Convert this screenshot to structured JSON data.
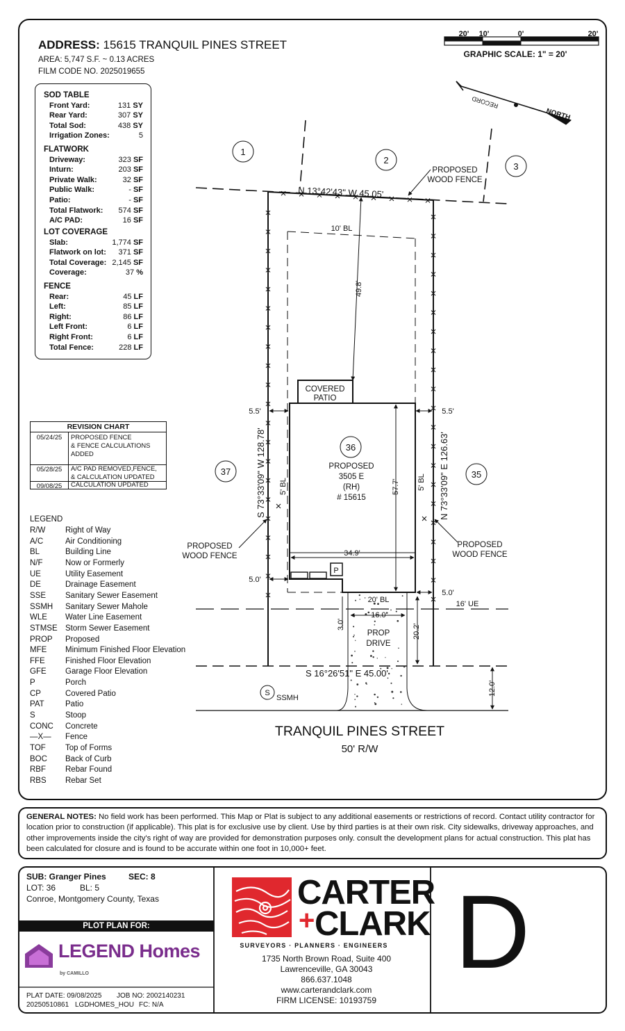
{
  "header": {
    "address_label": "ADDRESS:",
    "address": "15615 TRANQUIL PINES STREET",
    "area": "AREA: 5,747 S.F. ~ 0.13 ACRES",
    "film_code": "FILM CODE NO. 2025019655"
  },
  "scale": {
    "ticks": [
      "20'",
      "10'",
      "0'",
      "20'"
    ],
    "label": "GRAPHIC SCALE: 1\" = 20'"
  },
  "north": {
    "label": "NORTH",
    "record": "RECORD"
  },
  "tables": {
    "sod": {
      "title": "SOD TABLE",
      "rows": [
        {
          "label": "Front Yard:",
          "value": "131",
          "unit": "SY"
        },
        {
          "label": "Rear Yard:",
          "value": "307",
          "unit": "SY"
        },
        {
          "label": "Total Sod:",
          "value": "438",
          "unit": "SY"
        },
        {
          "label": "Irrigation Zones:",
          "value": "5",
          "unit": ""
        }
      ]
    },
    "flatwork": {
      "title": "FLATWORK",
      "rows": [
        {
          "label": "Driveway:",
          "value": "323",
          "unit": "SF"
        },
        {
          "label": "Inturn:",
          "value": "203",
          "unit": "SF"
        },
        {
          "label": "Private Walk:",
          "value": "32",
          "unit": "SF"
        },
        {
          "label": "Public Walk:",
          "value": "-",
          "unit": "SF"
        },
        {
          "label": "Patio:",
          "value": "-",
          "unit": "SF"
        },
        {
          "label": "Total Flatwork:",
          "value": "574",
          "unit": "SF"
        },
        {
          "label": "A/C PAD:",
          "value": "16",
          "unit": "SF"
        }
      ]
    },
    "coverage": {
      "title": "LOT COVERAGE",
      "rows": [
        {
          "label": "Slab:",
          "value": "1,774",
          "unit": "SF"
        },
        {
          "label": "Flatwork on lot:",
          "value": "371",
          "unit": "SF"
        },
        {
          "label": "Total Coverage:",
          "value": "2,145",
          "unit": "SF"
        },
        {
          "label": "Coverage:",
          "value": "37",
          "unit": "%"
        }
      ]
    },
    "fence": {
      "title": "FENCE",
      "rows": [
        {
          "label": "Rear:",
          "value": "45",
          "unit": "LF"
        },
        {
          "label": "Left:",
          "value": "85",
          "unit": "LF"
        },
        {
          "label": "Right:",
          "value": "86",
          "unit": "LF"
        },
        {
          "label": "Left Front:",
          "value": "6",
          "unit": "LF"
        },
        {
          "label": "Right Front:",
          "value": "6",
          "unit": "LF"
        },
        {
          "label": "Total Fence:",
          "value": "228",
          "unit": "LF"
        }
      ]
    }
  },
  "revision": {
    "title": "REVISION CHART",
    "rows": [
      {
        "date": "05/24/25",
        "text": [
          "PROPOSED FENCE",
          "& FENCE CALCULATIONS",
          "ADDED"
        ]
      },
      {
        "date": "05/28/25",
        "text": [
          "A/C PAD REMOVED,FENCE,",
          "& CALCULATION UPDATED"
        ]
      },
      {
        "date": "09/08/25",
        "text": [
          "CALCULATION UPDATED"
        ]
      }
    ]
  },
  "legend": {
    "title": "LEGEND",
    "items": [
      {
        "code": "R/W",
        "text": "Right of Way"
      },
      {
        "code": "A/C",
        "text": "Air Conditioning"
      },
      {
        "code": "BL",
        "text": "Building Line"
      },
      {
        "code": "N/F",
        "text": "Now or Formerly"
      },
      {
        "code": "UE",
        "text": "Utility Easement"
      },
      {
        "code": "DE",
        "text": "Drainage Easement"
      },
      {
        "code": "SSE",
        "text": "Sanitary Sewer Easement"
      },
      {
        "code": "SSMH",
        "text": "Sanitary Sewer Mahole"
      },
      {
        "code": "WLE",
        "text": "Water Line Easement"
      },
      {
        "code": "STMSE",
        "text": "Storm Sewer Easement"
      },
      {
        "code": "PROP",
        "text": "Proposed"
      },
      {
        "code": "MFE",
        "text": "Minimum Finished Floor Elevation"
      },
      {
        "code": "FFE",
        "text": "Finished Floor Elevation"
      },
      {
        "code": "GFE",
        "text": "Garage Floor Elevation"
      },
      {
        "code": "P",
        "text": "Porch"
      },
      {
        "code": "CP",
        "text": "Covered Patio"
      },
      {
        "code": "PAT",
        "text": "Patio"
      },
      {
        "code": "S",
        "text": "Stoop"
      },
      {
        "code": "CONC",
        "text": "Concrete"
      },
      {
        "code": "—X—",
        "text": "Fence"
      },
      {
        "code": "TOF",
        "text": "Top of Forms"
      },
      {
        "code": "BOC",
        "text": "Back of Curb"
      },
      {
        "code": "RBF",
        "text": "Rebar Found"
      },
      {
        "code": "RBS",
        "text": "Rebar Set"
      }
    ]
  },
  "plan": {
    "lots": {
      "l1": "1",
      "l2": "2",
      "l3": "3",
      "l36": "36",
      "l37": "37",
      "l35": "35"
    },
    "rear_bearing": "N 13°42'43\" W  45.05'",
    "front_bearing": "S 16°26'51\" E 45.00'",
    "left_bearing": "S 73°33'09\" W  128.78'",
    "right_bearing": "N 73°33'09\" E  126.63'",
    "proposed_fence": [
      "PROPOSED",
      "WOOD FENCE"
    ],
    "rear_bl": "10' BL",
    "side_bl": "5' BL",
    "front_bl": "20' BL",
    "ue": "16' UE",
    "dims": {
      "rear_setback": "49.8'",
      "depth": "57.7'",
      "width": "34.9'",
      "left_corner": "5.5'",
      "right_corner": "5.5'",
      "left_front": "5.0'",
      "right_front": "5.0'",
      "drive_width": "16.0'",
      "drive_depth": "20.2'",
      "drive_offset": "3.0'",
      "curb": "12.0'"
    },
    "covered_patio": [
      "COVERED",
      "PATIO"
    ],
    "house": [
      "PROPOSED",
      "3505 E",
      "(RH)",
      "# 15615"
    ],
    "porch": "P",
    "drive": [
      "PROP",
      "DRIVE"
    ],
    "ssmh": "SSMH",
    "ssmh_symbol": "S",
    "street": "TRANQUIL PINES STREET",
    "row": "50' R/W"
  },
  "notes": {
    "label": "GENERAL NOTES:",
    "text": "No field work has been performed. This Map or Plat is subject to any additional easements or restrictions of record. Contact utility contractor for location prior to construction (if applicable). This plat is for exclusive use by client. Use by third parties is at their own risk. City sidewalks, driveway approaches, and other improvements inside the city's right of way are provided for demonstration purposes only. consult the development plans for actual construction. This plat has been calculated for closure and is found to be accurate within one foot in 10,000+ feet."
  },
  "footer": {
    "sub": "SUB: Granger Pines",
    "sec": "SEC: 8",
    "lot": "LOT: 36",
    "block": "BL: 5",
    "location": "Conroe, Montgomery County, Texas",
    "plot_plan_for": "PLOT PLAN FOR:",
    "builder": "LEGEND Homes",
    "builder_sub": "by CAMILLO",
    "plat_date": "PLAT DATE: 09/08/2025",
    "job_no": "JOB NO: 2002140231",
    "file_id": "20250510861",
    "client": "LGDHOMES_HOU",
    "fc": "FC: N/A",
    "firm_name_1": "CARTER",
    "firm_name_2": "CLARK",
    "firm_plus": "+",
    "firm_tagline": "SURVEYORS · PLANNERS · ENGINEERS",
    "address1": "1735 North Brown Road, Suite 400",
    "address2": "Lawrenceville, GA 30043",
    "phone": "866.637.1048",
    "web": "www.carterandclark.com",
    "license": "FIRM LICENSE: 10193759",
    "sheet": "D"
  },
  "colors": {
    "ink": "#111111",
    "brand_red": "#e0282e",
    "legend_purple": "#7a2d8c"
  }
}
